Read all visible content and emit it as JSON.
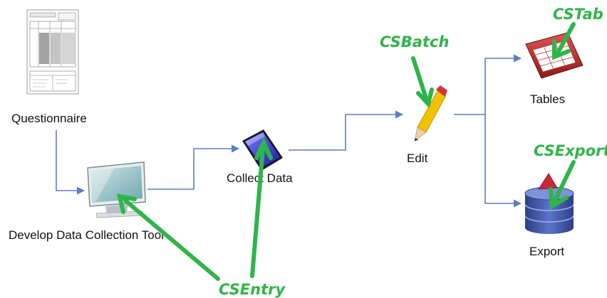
{
  "nodes": {
    "questionnaire": "Questionnaire",
    "develop": "Develop Data Collection Tool",
    "collect": "Collect Data",
    "edit": "Edit",
    "tables": "Tables",
    "export": "Export"
  },
  "tools": {
    "csentry": "CSEntry",
    "csbatch": "CSBatch",
    "cstab": "CSTab",
    "csexport": "CSExport"
  },
  "colors": {
    "connector": "#5b7fbd",
    "tool_green": "#2db54a",
    "label": "#111111"
  },
  "icons": [
    "questionnaire-icon",
    "monitor-icon",
    "tablet-icon",
    "pencil-icon",
    "table-icon",
    "database-icon"
  ]
}
